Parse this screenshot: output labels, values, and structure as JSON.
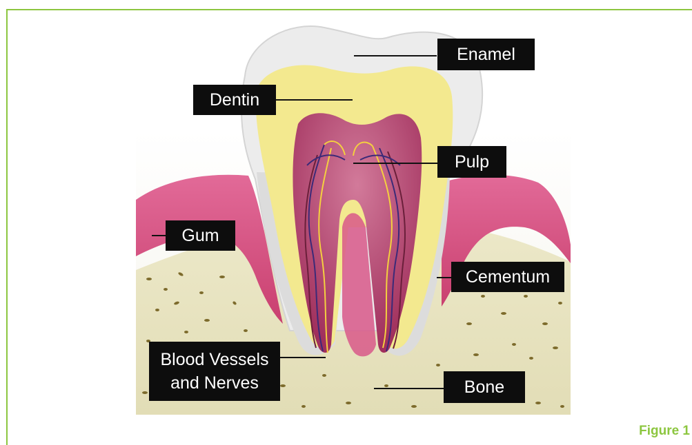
{
  "figure": {
    "caption": "Figure 1",
    "accent_color": "#8cc63f"
  },
  "labels": {
    "enamel": "Enamel",
    "dentin": "Dentin",
    "pulp": "Pulp",
    "gum": "Gum",
    "cementum": "Cementum",
    "blood_vessels_line1": "Blood Vessels",
    "blood_vessels_line2": "and Nerves",
    "bone": "Bone"
  },
  "colors": {
    "enamel": "#ececec",
    "dentin": "#f3e98f",
    "pulp": "#a83a66",
    "gum": "#d8588a",
    "bone": "#e6e1c0",
    "bone_spots": "#7d6b2c",
    "nerves": "#f4d03f",
    "vessels": "#3b2a78"
  }
}
